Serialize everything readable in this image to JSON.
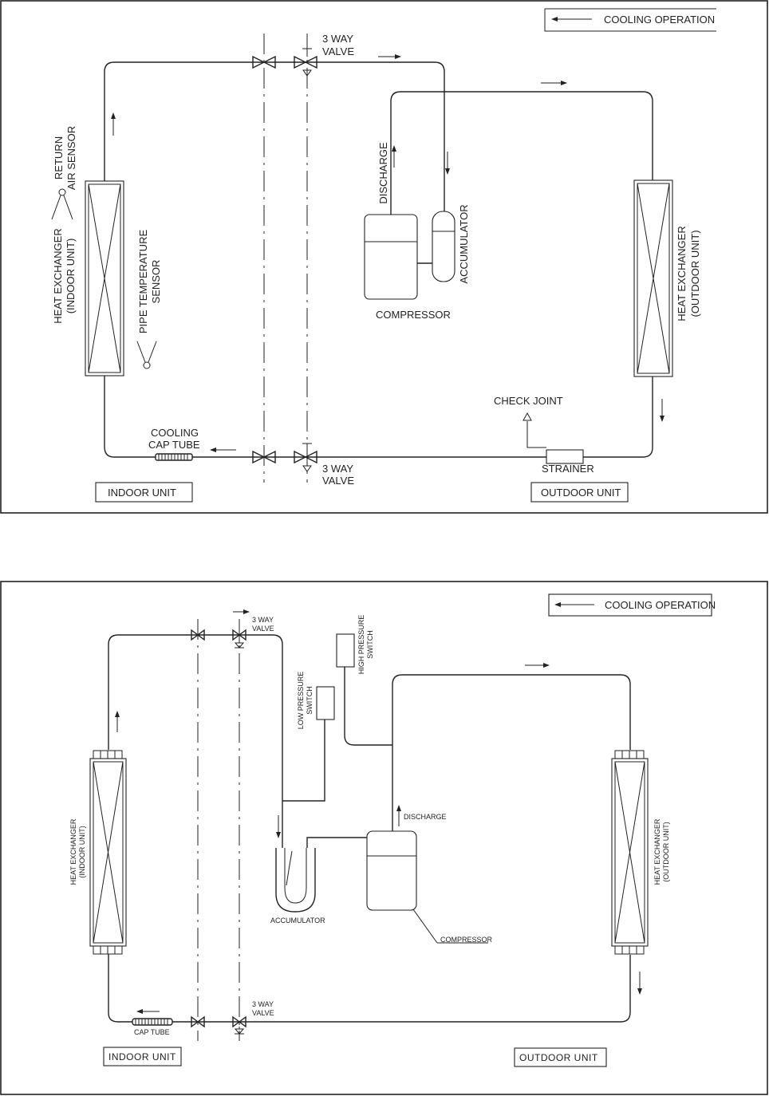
{
  "diagram1": {
    "legend": "COOLING OPERATION",
    "valve_top": [
      "3 WAY",
      "VALVE"
    ],
    "valve_bottom": [
      "3 WAY",
      "VALVE"
    ],
    "discharge": "DISCHARGE",
    "accumulator": "ACCUMULATOR",
    "compressor": "COMPRESSOR",
    "return_air_sensor": [
      "RETURN",
      "AIR SENSOR"
    ],
    "heat_exchanger_indoor": [
      "HEAT EXCHANGER",
      "(INDOOR UNIT)"
    ],
    "pipe_temp_sensor": [
      "PIPE TEMPERATURE",
      "SENSOR"
    ],
    "heat_exchanger_outdoor": [
      "HEAT EXCHANGER",
      "(OUTDOOR UNIT)"
    ],
    "check_joint": "CHECK JOINT",
    "cap_tube": [
      "COOLING",
      "CAP TUBE"
    ],
    "strainer": "STRAINER",
    "indoor_unit": "INDOOR UNIT",
    "outdoor_unit": "OUTDOOR UNIT"
  },
  "diagram2": {
    "legend": "COOLING OPERATION",
    "valve_top": [
      "3  WAY",
      "VALVE"
    ],
    "valve_bottom": [
      "3  WAY",
      "VALVE"
    ],
    "high_pressure_switch": [
      "HIGH  PRESSURE",
      "SWITCH"
    ],
    "low_pressure_switch": [
      "LOW  PRESSURE",
      "SWITCH"
    ],
    "discharge": "DISCHARGE",
    "accumulator": "ACCUMULATOR",
    "compressor": "COMPRESSOR",
    "heat_exchanger_indoor": [
      "HEAT  EXCHANGER",
      "(INDOOR  UNIT)"
    ],
    "heat_exchanger_outdoor": [
      "HEAT  EXCHANGER",
      "(OUTDOOR  UNIT)"
    ],
    "cap_tube": "CAP  TUBE",
    "indoor_unit": "INDOOR  UNIT",
    "outdoor_unit": "OUTDOOR  UNIT"
  }
}
